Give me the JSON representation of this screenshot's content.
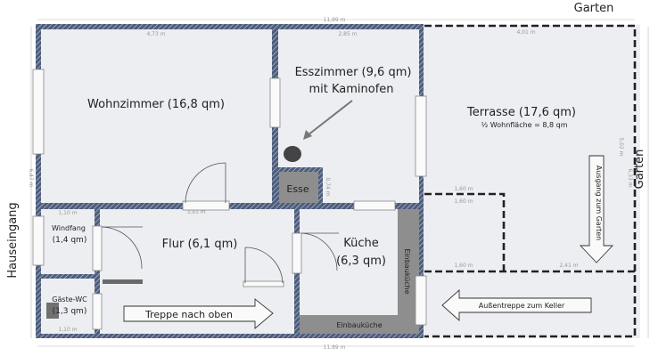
{
  "labels": {
    "garten_top": "Garten",
    "garten_right": "Garten",
    "hauseingang": "Hauseingang"
  },
  "rooms": {
    "wohnzimmer": "Wohnzimmer (16,8 qm)",
    "esszimmer_1": "Esszimmer (9,6 qm)",
    "esszimmer_2": "mit Kaminofen",
    "esse": "Esse",
    "terrasse": "Terrasse (17,6 qm)",
    "terrasse_note": "½ Wohnfläche = 8,8 qm",
    "windfang_1": "Windfang",
    "windfang_2": "(1,4 qm)",
    "flur": "Flur (6,1 qm)",
    "kueche_1": "Küche",
    "kueche_2": "(6,3 qm)",
    "gaeste_wc_1": "Gäste-WC",
    "gaeste_wc_2": "(1,3 qm)",
    "einbaukueche_vertical": "Einbauküche",
    "einbaukueche_horizontal": "Einbauküche"
  },
  "arrows": {
    "treppe": "Treppe nach oben",
    "ausgang": "Ausgang zum Garten",
    "aussentreppe": "Außentreppe zum Keller"
  },
  "dimensions": {
    "total_width_top": "11,89 m",
    "total_width_bottom": "11,89 m",
    "wohnzimmer_width": "4,73 m",
    "esszimmer_width": "2,85 m",
    "terrasse_width": "4,01 m",
    "terrasse_depth": "5,02 m",
    "total_depth": "6,33 m",
    "total_depth_left": "6,47 m",
    "stair_1": "1,60 m",
    "stair_2": "1,60 m",
    "stair_3": "1,60 m",
    "terrasse_bottom": "2,41 m",
    "flur_width": "3,93 m",
    "wc_width": "1,10 m",
    "windfang_width": "1,10 m",
    "esse_depth": "0,74 m"
  },
  "colors": {
    "wall": "#4d5d7c",
    "floor": "#eceef2",
    "kitchen": "#8e8e8e",
    "dashed": "#222222"
  }
}
